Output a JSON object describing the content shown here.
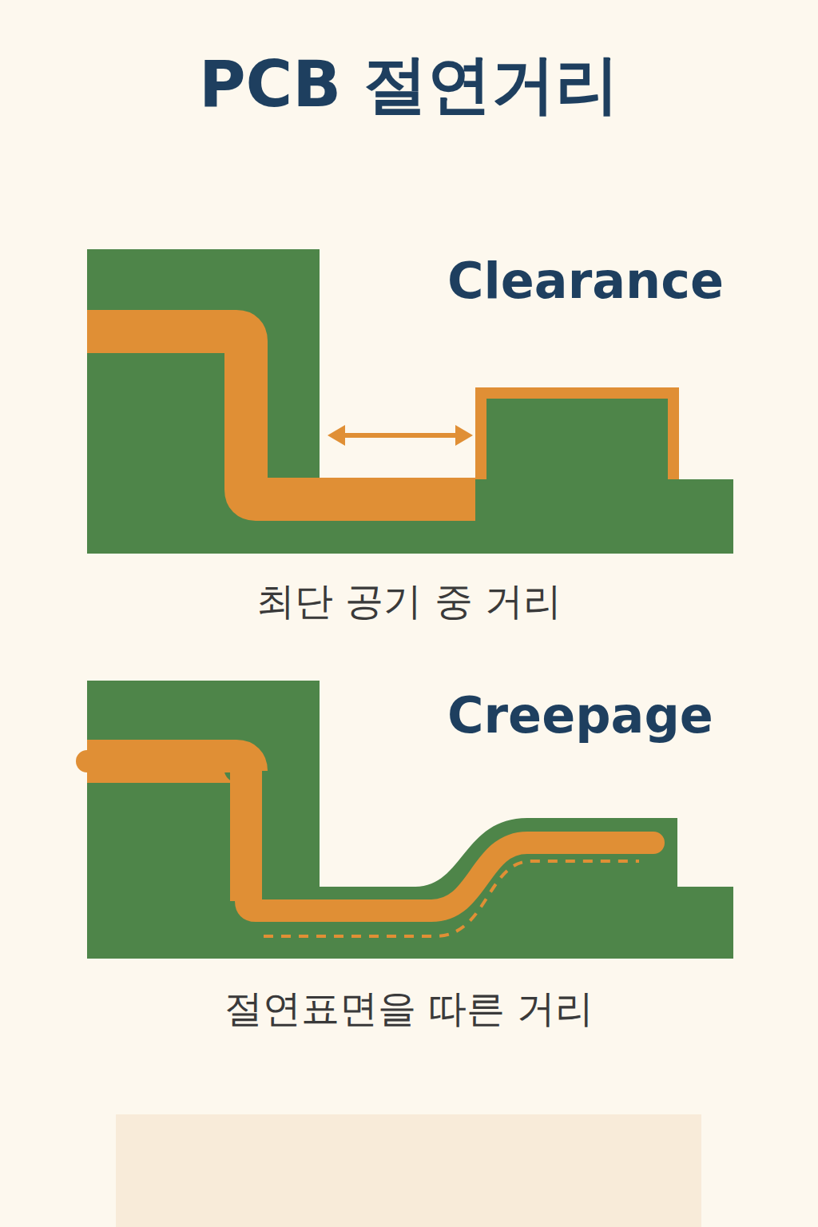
{
  "diagram": {
    "title": "PCB 절연거리",
    "labels": [
      "Clearance",
      "최단 공기 중 거리",
      "Creepage",
      "절연표면을 따른 거리"
    ]
  }
}
